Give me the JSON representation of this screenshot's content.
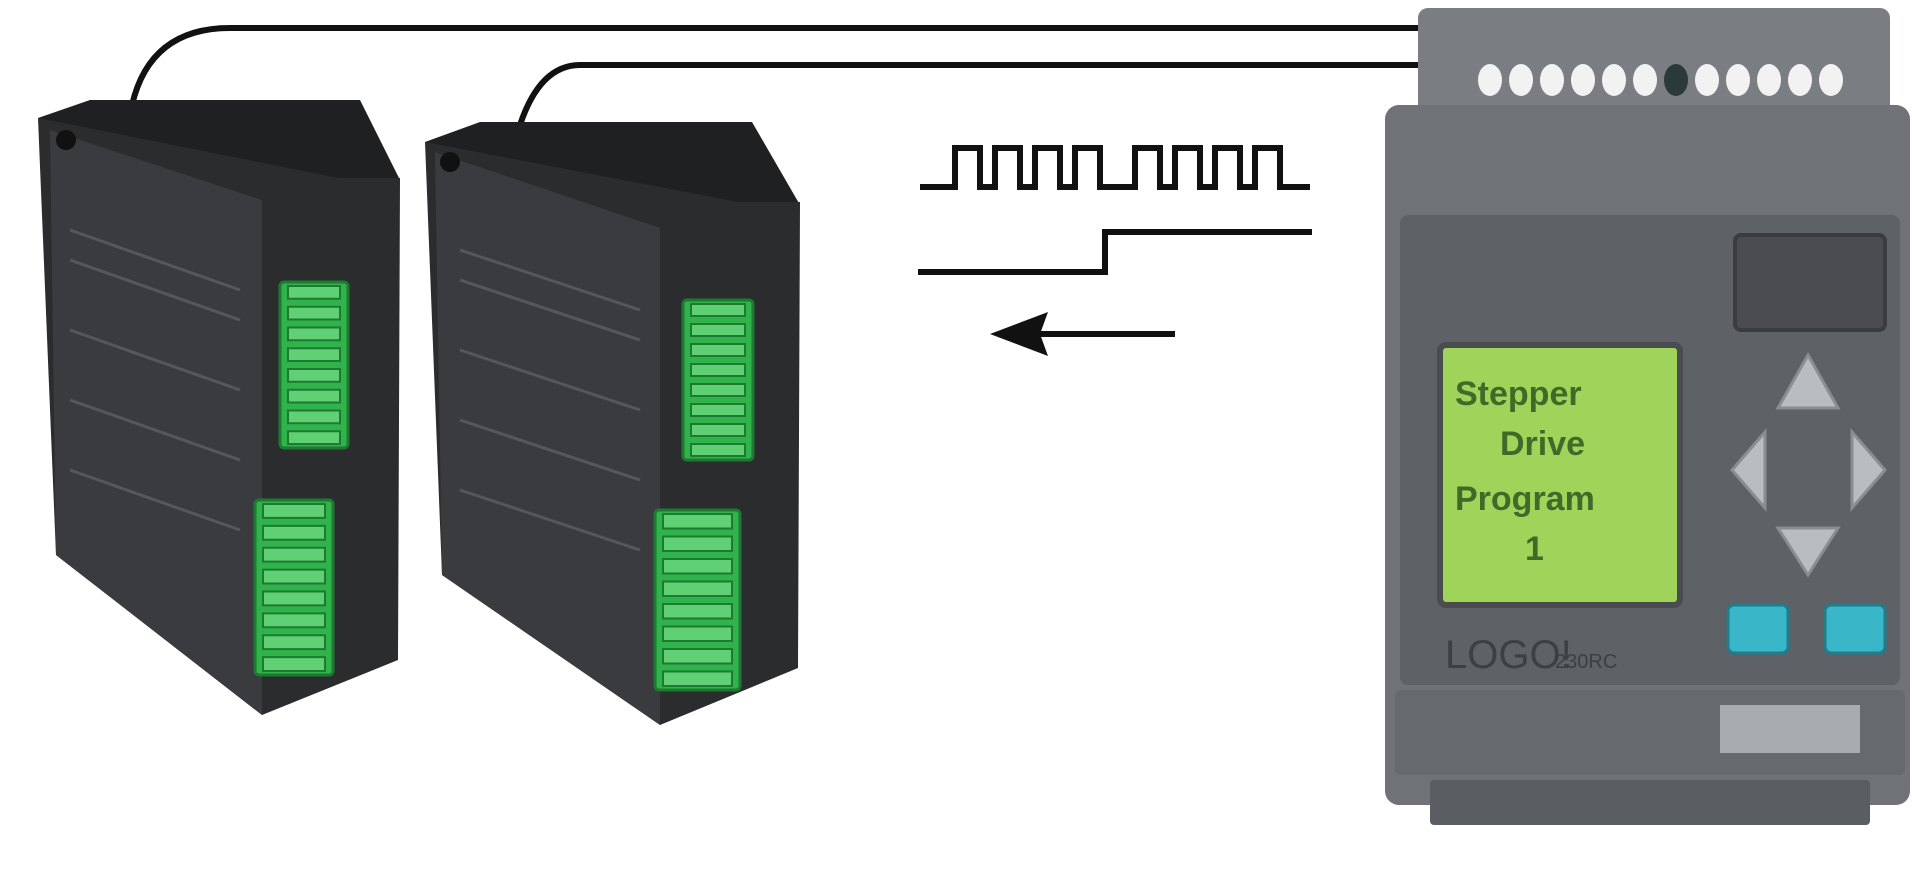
{
  "colors": {
    "background": "#ffffff",
    "wire": "#111111",
    "driver_body": "#2b2c2e",
    "driver_face": "#3a3b3e",
    "terminal_green": "#2fb34a",
    "plc_body": "#6f7276",
    "plc_face": "#5e6165",
    "lcd_green": "#9fd35a",
    "key_cyan": "#39b6c8"
  },
  "icons": {
    "pulse_train": "square-wave-icon",
    "direction_signal": "step-signal-icon",
    "feedback": "arrow-left-icon"
  },
  "plc": {
    "brand_label": "LOGO!",
    "model_suffix": "230RC",
    "lcd_lines": [
      "Stepper",
      "Drive",
      "Program",
      "1"
    ]
  },
  "drivers": {
    "count": 2,
    "upper_connector_pins": 8,
    "lower_connector_pins": 8
  }
}
